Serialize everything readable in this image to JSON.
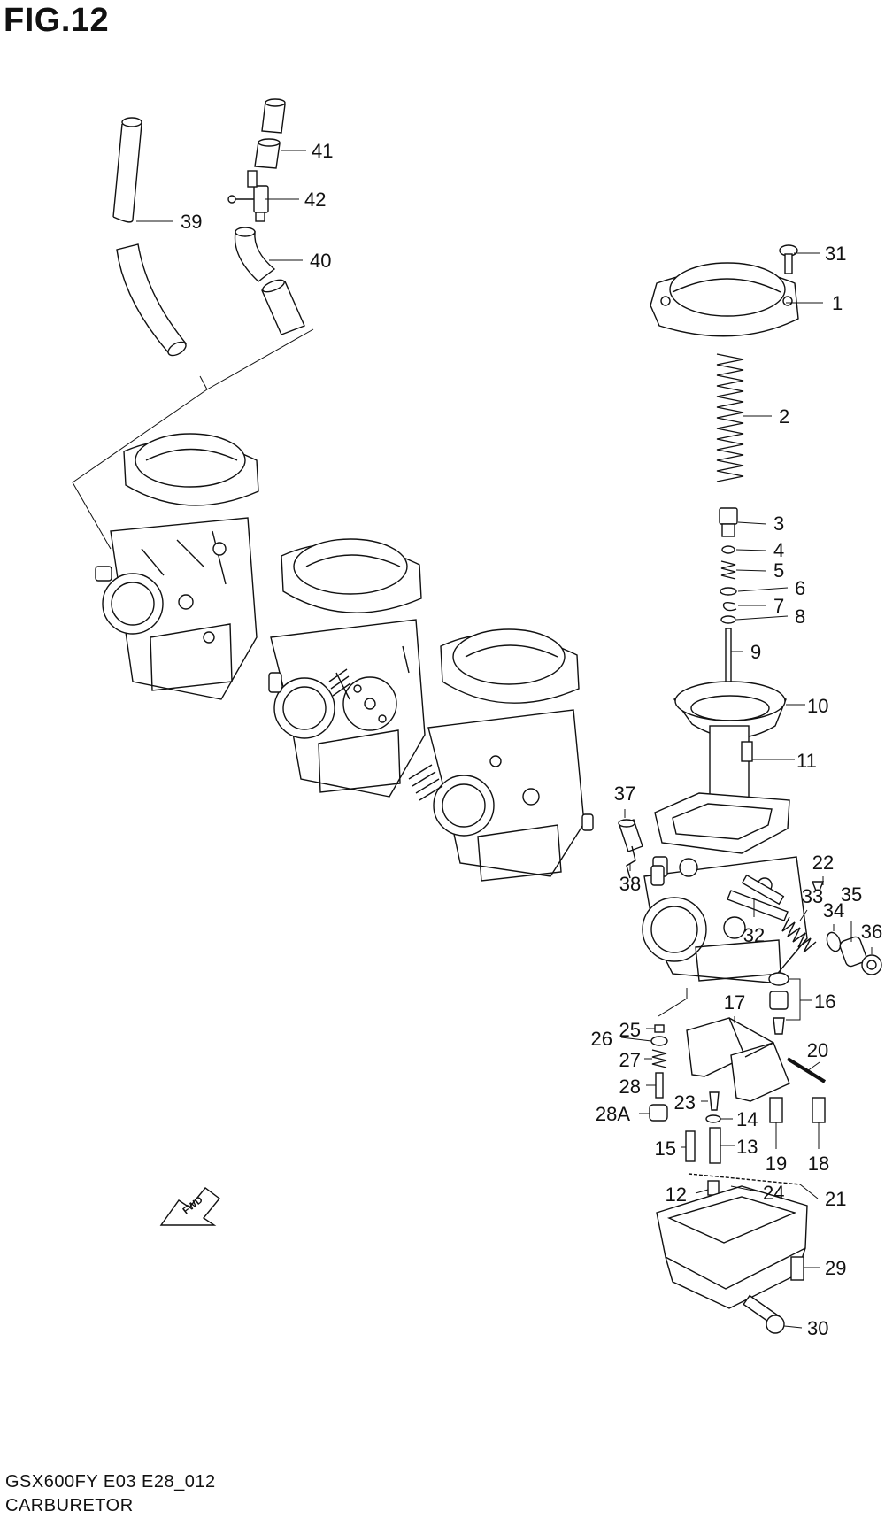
{
  "figure": {
    "title": "FIG.12",
    "model_code": "GSX600FY E03 E28_012",
    "section_name": "CARBURETOR",
    "fwd_label": "FWD"
  },
  "callouts": [
    {
      "id": "c1",
      "label": "1"
    },
    {
      "id": "c2",
      "label": "2"
    },
    {
      "id": "c3",
      "label": "3"
    },
    {
      "id": "c4",
      "label": "4"
    },
    {
      "id": "c5",
      "label": "5"
    },
    {
      "id": "c6",
      "label": "6"
    },
    {
      "id": "c7",
      "label": "7"
    },
    {
      "id": "c8",
      "label": "8"
    },
    {
      "id": "c9",
      "label": "9"
    },
    {
      "id": "c10",
      "label": "10"
    },
    {
      "id": "c11",
      "label": "11"
    },
    {
      "id": "c12",
      "label": "12"
    },
    {
      "id": "c13",
      "label": "13"
    },
    {
      "id": "c14",
      "label": "14"
    },
    {
      "id": "c15",
      "label": "15"
    },
    {
      "id": "c16",
      "label": "16"
    },
    {
      "id": "c17",
      "label": "17"
    },
    {
      "id": "c18",
      "label": "18"
    },
    {
      "id": "c19",
      "label": "19"
    },
    {
      "id": "c20",
      "label": "20"
    },
    {
      "id": "c21",
      "label": "21"
    },
    {
      "id": "c22",
      "label": "22"
    },
    {
      "id": "c23",
      "label": "23"
    },
    {
      "id": "c24",
      "label": "24"
    },
    {
      "id": "c25",
      "label": "25"
    },
    {
      "id": "c26",
      "label": "26"
    },
    {
      "id": "c27",
      "label": "27"
    },
    {
      "id": "c28",
      "label": "28"
    },
    {
      "id": "c28a",
      "label": "28A"
    },
    {
      "id": "c29",
      "label": "29"
    },
    {
      "id": "c30",
      "label": "30"
    },
    {
      "id": "c31",
      "label": "31"
    },
    {
      "id": "c32",
      "label": "32"
    },
    {
      "id": "c33",
      "label": "33"
    },
    {
      "id": "c34",
      "label": "34"
    },
    {
      "id": "c35",
      "label": "35"
    },
    {
      "id": "c36",
      "label": "36"
    },
    {
      "id": "c37",
      "label": "37"
    },
    {
      "id": "c38",
      "label": "38"
    },
    {
      "id": "c39",
      "label": "39"
    },
    {
      "id": "c40",
      "label": "40"
    },
    {
      "id": "c41",
      "label": "41"
    },
    {
      "id": "c42",
      "label": "42"
    }
  ]
}
